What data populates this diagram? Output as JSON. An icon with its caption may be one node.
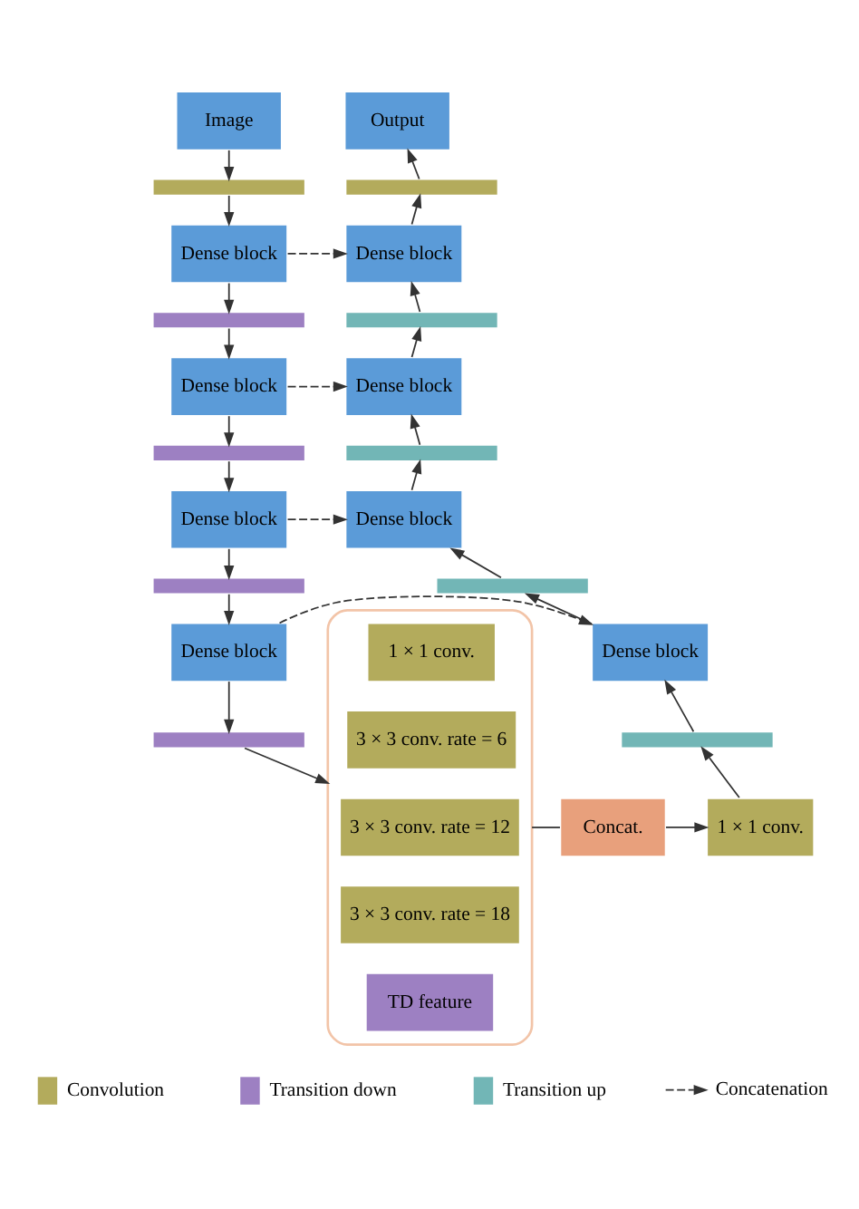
{
  "diagram": {
    "nodes": [
      {
        "text": [
          "Image"
        ]
      },
      {
        "text": [],
        "shape": "bar"
      },
      {
        "text": [
          "Dense block"
        ]
      },
      {
        "text": [],
        "shape": "bar"
      },
      {
        "text": [
          "Dense block"
        ]
      },
      {
        "text": [],
        "shape": "bar"
      },
      {
        "text": [
          "Dense block"
        ]
      },
      {
        "text": [],
        "shape": "bar"
      },
      {
        "text": [
          "Dense block"
        ]
      },
      {
        "text": [],
        "shape": "bar"
      },
      {
        "text": [
          "Output"
        ]
      },
      {
        "text": [],
        "shape": "bar"
      },
      {
        "text": [
          "Dense block"
        ]
      },
      {
        "text": [],
        "shape": "bar"
      },
      {
        "text": [
          "Dense block"
        ]
      },
      {
        "text": [],
        "shape": "bar"
      },
      {
        "text": [
          "Dense block"
        ]
      },
      {
        "text": [],
        "shape": "bar"
      },
      {
        "text": [
          "Dense block"
        ]
      },
      {
        "text": [],
        "shape": "bar"
      },
      {
        "text": [],
        "shape": "bracket"
      },
      {
        "text": [
          "1 × 1 conv."
        ],
        "in": 20
      },
      {
        "text": [
          "3 × 3 conv. rate = 6"
        ],
        "in": 20
      },
      {
        "text": [
          "3 × 3 conv. rate = 12"
        ],
        "in": 20
      },
      {
        "text": [
          "3 × 3 conv. rate = 18"
        ],
        "in": 20
      },
      {
        "text": [
          "TD feature"
        ],
        "in": 20
      },
      {
        "text": [
          "Concat."
        ]
      },
      {
        "text": [
          "1 × 1 conv."
        ]
      }
    ],
    "edges": [
      {
        "from": 0,
        "to": 1,
        "arrow": "to"
      },
      {
        "from": 1,
        "to": 2,
        "arrow": "to"
      },
      {
        "from": 2,
        "to": 3,
        "arrow": "to"
      },
      {
        "from": 3,
        "to": 4,
        "arrow": "to"
      },
      {
        "from": 4,
        "to": 5,
        "arrow": "to"
      },
      {
        "from": 5,
        "to": 6,
        "arrow": "to"
      },
      {
        "from": 6,
        "to": 7,
        "arrow": "to"
      },
      {
        "from": 7,
        "to": 8,
        "arrow": "to"
      },
      {
        "from": 8,
        "to": 9,
        "arrow": "to"
      },
      {
        "from": 9,
        "to": 20,
        "arrow": "to"
      },
      {
        "from": 20,
        "to": 26,
        "arrow": "none"
      },
      {
        "from": 26,
        "to": 27,
        "arrow": "to"
      },
      {
        "from": 27,
        "to": 19,
        "arrow": "to"
      },
      {
        "from": 19,
        "to": 18,
        "arrow": "to"
      },
      {
        "from": 18,
        "to": 17,
        "arrow": "to"
      },
      {
        "from": 17,
        "to": 16,
        "arrow": "to"
      },
      {
        "from": 16,
        "to": 15,
        "arrow": "to"
      },
      {
        "from": 15,
        "to": 14,
        "arrow": "to"
      },
      {
        "from": 14,
        "to": 13,
        "arrow": "to"
      },
      {
        "from": 13,
        "to": 12,
        "arrow": "to"
      },
      {
        "from": 12,
        "to": 11,
        "arrow": "to"
      },
      {
        "from": 11,
        "to": 10,
        "arrow": "to"
      },
      {
        "from": 2,
        "to": 12,
        "arrow": "to",
        "style": "dashed"
      },
      {
        "from": 4,
        "to": 14,
        "arrow": "to",
        "style": "dashed"
      },
      {
        "from": 6,
        "to": 16,
        "arrow": "to",
        "style": "dashed"
      },
      {
        "from": 8,
        "to": 18,
        "arrow": "to",
        "style": "dashed"
      }
    ],
    "legend": [
      {
        "text": "Convolution",
        "color": "#b3ab5c"
      },
      {
        "text": "Transition down",
        "color": "#9d80c2"
      },
      {
        "text": "Transition up",
        "color": "#72b6b6"
      },
      {
        "text": "Concatenation"
      }
    ]
  }
}
